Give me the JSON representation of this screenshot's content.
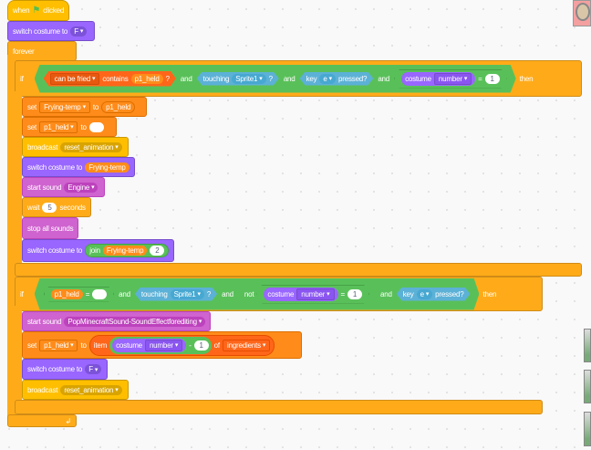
{
  "hat": {
    "when": "when",
    "clicked": "clicked",
    "flag_icon": "green-flag-icon"
  },
  "switch1": {
    "label": "switch costume to",
    "value": "F"
  },
  "forever": {
    "label": "forever",
    "loop_icon": "loop-arrow-icon"
  },
  "if1": {
    "if": "if",
    "then": "then",
    "c1": {
      "list": "can be fried",
      "contains": "contains",
      "item": "p1_held",
      "q": "?"
    },
    "and": "and",
    "c2": {
      "touching": "touching",
      "target": "Sprite1",
      "q": "?"
    },
    "c3": {
      "key": "key",
      "value": "e",
      "pressed": "pressed?"
    },
    "c4": {
      "costume": "costume",
      "prop": "number",
      "eq": "=",
      "value": "1"
    },
    "body": [
      {
        "set": "set",
        "var": "Frying-temp",
        "to": "to",
        "value": "p1_held"
      },
      {
        "set": "set",
        "var": "p1_held",
        "to": "to",
        "value": ""
      },
      {
        "label": "broadcast",
        "value": "reset_animation"
      },
      {
        "label": "switch costume to",
        "value": "Frying-temp"
      },
      {
        "label": "start sound",
        "value": "Engine"
      },
      {
        "wait": "wait",
        "value": "5",
        "seconds": "seconds"
      },
      {
        "label": "stop all sounds"
      },
      {
        "label": "switch costume to",
        "join": "join",
        "a": "Frying-temp",
        "b": "2"
      }
    ]
  },
  "if2": {
    "if": "if",
    "then": "then",
    "c1": {
      "var": "p1_held",
      "eq": "=",
      "value": ""
    },
    "and": "and",
    "c2": {
      "touching": "touching",
      "target": "Sprite1",
      "q": "?"
    },
    "c3": {
      "not": "not",
      "costume": "costume",
      "prop": "number",
      "eq": "=",
      "value": "1"
    },
    "c4": {
      "key": "key",
      "value": "e",
      "pressed": "pressed?"
    },
    "body": [
      {
        "label": "start sound",
        "value": "PopMinecraftSound-SoundEffectforediting"
      },
      {
        "set": "set",
        "var": "p1_held",
        "to": "to",
        "item": "item",
        "costume": "costume",
        "prop": "number",
        "minus": "-",
        "n": "1",
        "of": "of",
        "list": "ingredients"
      },
      {
        "label": "switch costume to",
        "value": "F"
      },
      {
        "label": "broadcast",
        "value": "reset_animation"
      }
    ]
  }
}
